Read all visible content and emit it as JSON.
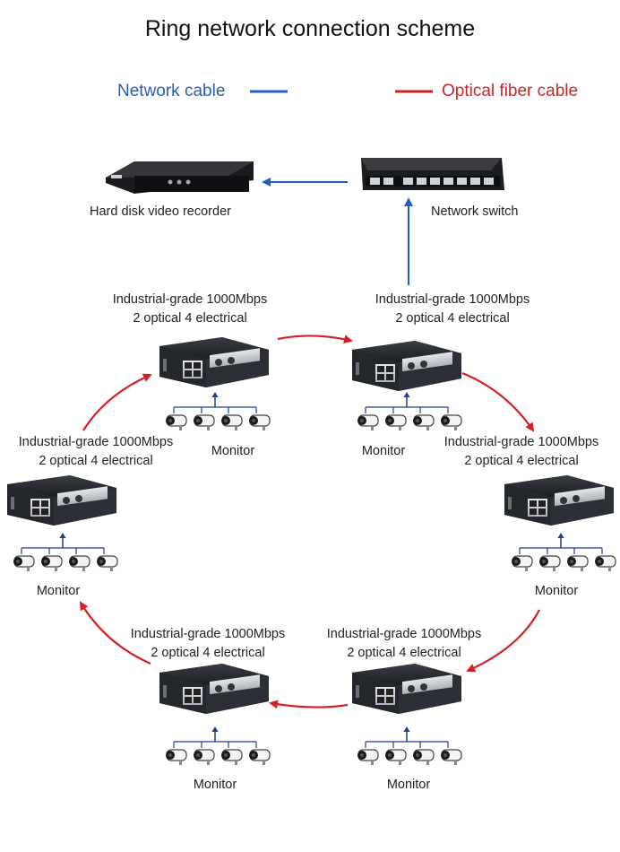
{
  "title": "Ring network connection scheme",
  "legend": {
    "network_cable": "Network cable",
    "optical_fiber_cable": "Optical fiber cable",
    "network_color": "#1f5fbf",
    "fiber_color": "#d22026"
  },
  "nvr": {
    "label": "Hard disk video recorder"
  },
  "switch": {
    "label": "Network switch"
  },
  "nodes": [
    {
      "line1": "Industrial-grade 1000Mbps",
      "line2": "2 optical 4 electrical",
      "monitor": "Monitor"
    },
    {
      "line1": "Industrial-grade 1000Mbps",
      "line2": "2 optical 4 electrical",
      "monitor": "Monitor"
    },
    {
      "line1": "Industrial-grade 1000Mbps",
      "line2": "2 optical 4 electrical",
      "monitor": "Monitor"
    },
    {
      "line1": "Industrial-grade 1000Mbps",
      "line2": "2 optical 4 electrical",
      "monitor": "Monitor"
    },
    {
      "line1": "Industrial-grade 1000Mbps",
      "line2": "2 optical 4 electrical",
      "monitor": "Monitor"
    },
    {
      "line1": "Industrial-grade 1000Mbps",
      "line2": "2 optical 4 electrical",
      "monitor": "Monitor"
    }
  ]
}
